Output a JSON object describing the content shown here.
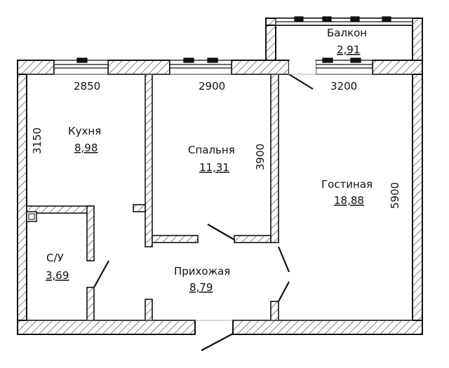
{
  "rooms": {
    "kitchen": {
      "name": "Кухня",
      "area": "8,98"
    },
    "bedroom": {
      "name": "Спальня",
      "area": "11,31"
    },
    "living": {
      "name": "Гостиная",
      "area": "18,88"
    },
    "bathroom": {
      "name": "С/У",
      "area": "3,69"
    },
    "hallway": {
      "name": "Прихожая",
      "area": "8,79"
    },
    "balcony": {
      "name": "Балкон",
      "area": "2,91"
    }
  },
  "dimensions": {
    "kitchen_width": "2850",
    "kitchen_depth": "3150",
    "bedroom_width": "2900",
    "bedroom_depth": "3900",
    "living_width": "3200",
    "living_depth": "5900"
  },
  "colors": {
    "wall": "#111111",
    "hatch": "#222222",
    "background": "#ffffff"
  }
}
